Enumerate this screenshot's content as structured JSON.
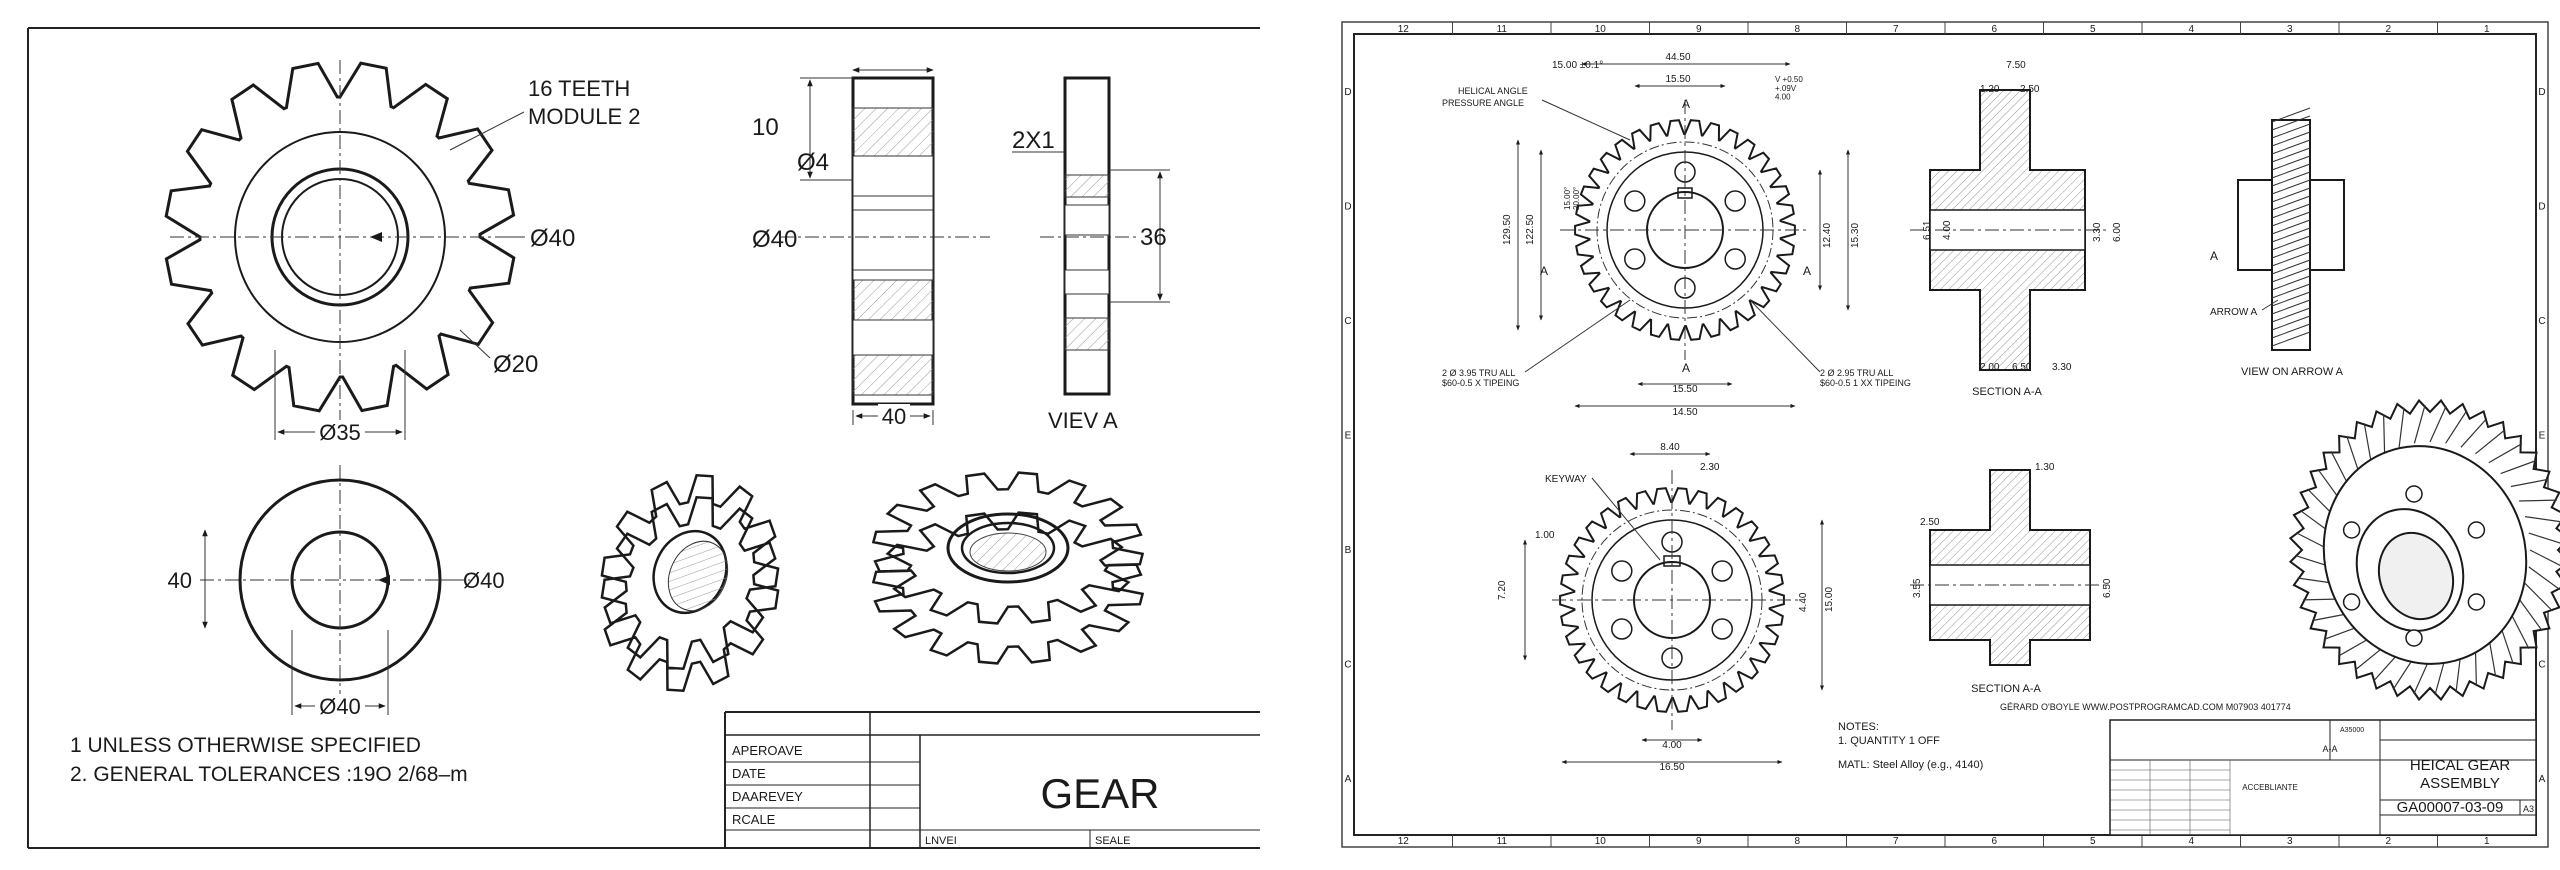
{
  "left": {
    "gear_spec_line1": "16 TEETH",
    "gear_spec_line2": "MODULE 2",
    "dim_front_od": "Ø40",
    "dim_front_root": "Ø20",
    "dim_front_width": "Ø35",
    "dim_side_10": "10",
    "dim_side_04": "Ø4",
    "dim_side_dia": "Ø40",
    "dim_side_40": "40",
    "dim_chamfer": "2X1",
    "dim_view_36": "36",
    "view_label": "VIEV A",
    "dim_hub_40": "40",
    "dim_hub_od": "Ø40",
    "dim_hub_bottom": "Ø40",
    "note1": "1  UNLESS OTHERWISE SPECIFIED",
    "note2": "2. GENERAL TOLERANCES :19O 2/68–m",
    "title_block": {
      "row1": "APEROAVE",
      "row2": "DATE",
      "row3": "DAAREVEY",
      "row4": "RCALE",
      "bottom_mid": "LNVEI",
      "bottom_right": "SEALE",
      "title": "GEAR"
    }
  },
  "right": {
    "zone_numbers": [
      "12",
      "11",
      "10",
      "9",
      "8",
      "7",
      "6",
      "5",
      "4",
      "3",
      "2",
      "1"
    ],
    "zone_letters": [
      "D",
      "D",
      "C",
      "E",
      "B",
      "C",
      "A"
    ],
    "dims_top": {
      "d1": "15.00 ±0.1°",
      "d2": "44.50",
      "d3": "15.50",
      "helical": "HELICAL ANGLE",
      "pressure": "PRESSURE ANGLE",
      "tol": "V +0.50\n+.09V\n4.00",
      "v1": "129.50",
      "v2": "122.50",
      "v3": "15.00°\n20.00°",
      "v4": "12.40",
      "v5": "15.30",
      "section": "A",
      "b1": "15.50",
      "b2": "14.50",
      "hole_left": "2 Ø 3.95 TRU ALL\n$60-0.5 X TIPEING",
      "hole_right": "2 Ø 2.95 TRU ALL\n$60-0.5 1 XX TIPEING"
    },
    "section_top": {
      "d1": "7.50",
      "d2": "1.20",
      "d3": "2.50",
      "v1": "6.51",
      "v2": "4.00",
      "v3": "3.30",
      "v4": "6.00",
      "b1": "2.00",
      "b2": "6.50",
      "b3": "3.30",
      "label": "SECTION A-A"
    },
    "view_arrow": {
      "arrow": "ARROW A",
      "label": "VIEW ON ARROW A",
      "a": "A"
    },
    "bottom_gear": {
      "d1": "8.40",
      "d2": "2.30",
      "keyway": "KEYWAY",
      "v1": "1.00",
      "v2": "7.20",
      "v3": "4.40",
      "v4": "15.00",
      "b1": "4.00",
      "b2": "16.50"
    },
    "section_bottom": {
      "d1": "1.30",
      "d2": "2.50",
      "v1": "3.55",
      "v2": "6.50",
      "label": "SECTION A-A"
    },
    "credit": "GÉRARD O'BOYLE WWW.POSTPROGRAMCAD.COM M07903 401774",
    "notes_title": "NOTES:",
    "note1": "1.  QUANTITY 1 OFF",
    "material": "MATL: Steel Alloy (e.g., 4140)",
    "title_block": {
      "title1": "HEICAL GEAR",
      "title2": "ASSEMBLY",
      "dwg_no": "GA00007-03-09",
      "size": "A3",
      "mid_label": "ACCEBLIANTE",
      "section_label": "A-A",
      "part_no": "A35000"
    }
  }
}
